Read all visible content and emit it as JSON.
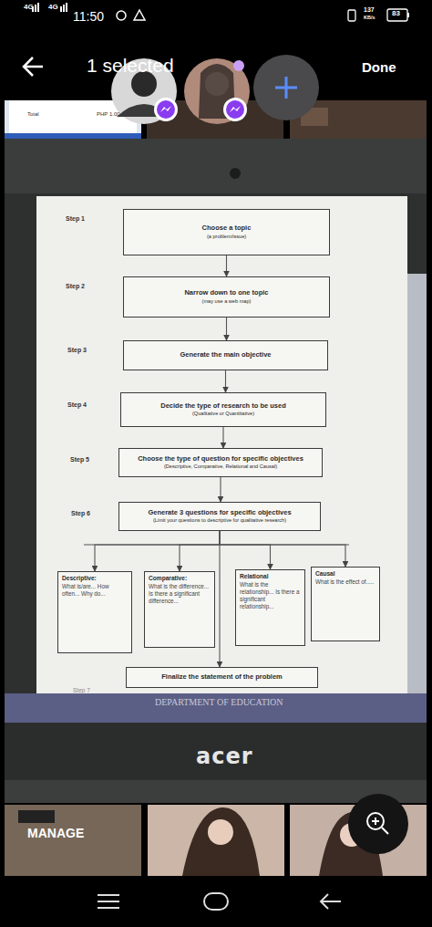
{
  "diagram": {
    "nodes": [
      {
        "text": [
          "Choose a topic",
          "(a problem/issue)"
        ]
      },
      {
        "text": [
          "Narrow down to one topic",
          "(may use a web map)"
        ]
      },
      {
        "text": [
          "Generate the main objective"
        ]
      },
      {
        "text": [
          "Decide the type of research to be used",
          "(Qualitative or Quantitative)"
        ]
      },
      {
        "text": [
          "Choose the type of question for specific objectives",
          "(Descriptive, Comparative, Relational and Causal)"
        ]
      },
      {
        "text": [
          "Generate 3 questions for specific objectives",
          "(Limit your questions to descriptive for qualitative research)"
        ]
      },
      {
        "text": [
          "Descriptive:",
          "What is/are... How often... Why do..."
        ]
      },
      {
        "text": [
          "Comparative:",
          "What is the difference... Is there a significant difference..."
        ]
      },
      {
        "text": [
          "Relational",
          "What is the relationship... Is there a significant relationship..."
        ]
      },
      {
        "text": [
          "Causal",
          "What is the effect of....."
        ]
      },
      {
        "text": [
          "Finalize the statement of the problem"
        ]
      }
    ],
    "edges": [
      {
        "from": 0,
        "to": 1,
        "arrow": "to"
      },
      {
        "from": 1,
        "to": 2,
        "arrow": "to"
      },
      {
        "from": 2,
        "to": 3,
        "arrow": "to"
      },
      {
        "from": 3,
        "to": 4,
        "arrow": "to"
      },
      {
        "from": 4,
        "to": 5,
        "arrow": "to"
      },
      {
        "from": 5,
        "to": 6,
        "arrow": "to"
      },
      {
        "from": 5,
        "to": 7,
        "arrow": "to"
      },
      {
        "from": 5,
        "to": 8,
        "arrow": "to"
      },
      {
        "from": 5,
        "to": 9,
        "arrow": "to"
      },
      {
        "from": 5,
        "to": 10,
        "arrow": "to"
      }
    ],
    "labels": [
      "4G",
      "4G",
      "11:50",
      "137",
      "KB/s",
      "83",
      "1 selected",
      "Done",
      "Total",
      "PHP 1.00",
      "Step 1",
      "Step 2",
      "Step 3",
      "Step 4",
      "Step 5",
      "Step 6",
      "Step 7",
      "DEPARTMENT OF EDUCATION",
      "acer",
      "MANAGE"
    ]
  }
}
